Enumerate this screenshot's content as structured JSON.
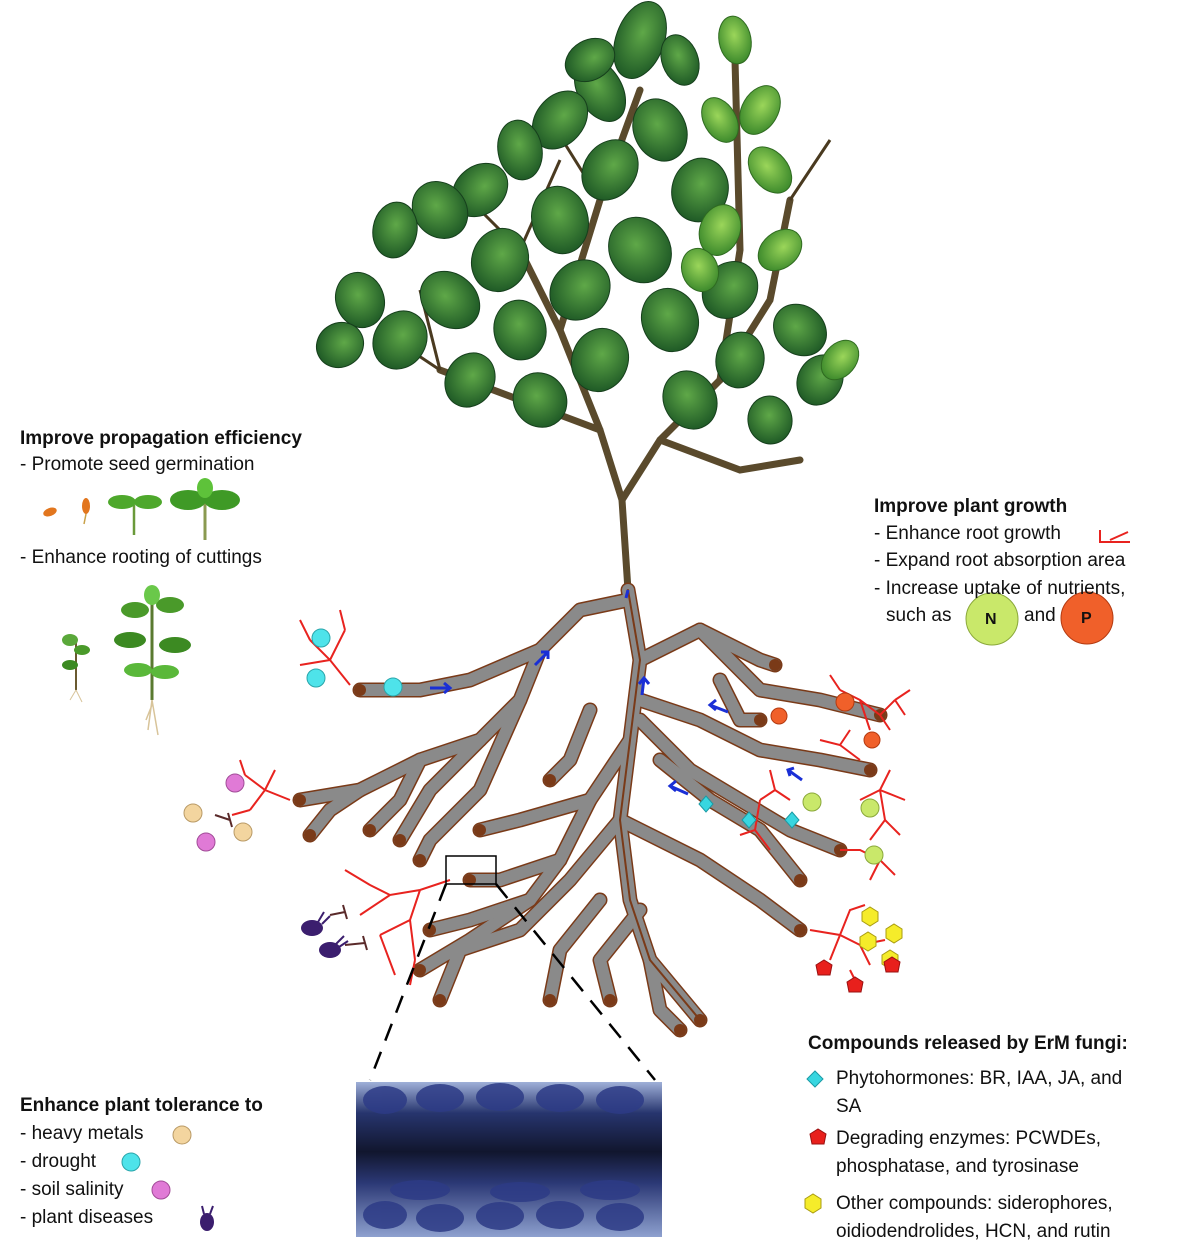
{
  "propagation": {
    "title": "Improve propagation efficiency",
    "item1": "- Promote seed germination",
    "item2": "- Enhance rooting of cuttings"
  },
  "growth": {
    "title": "Improve plant growth",
    "item1": "- Enhance root growth",
    "item2": "- Expand root absorption area",
    "item3": "- Increase uptake of nutrients,",
    "item3b": "such as",
    "item3c": "and",
    "nutrient_n": "N",
    "nutrient_p": "P"
  },
  "tolerance": {
    "title": "Enhance plant tolerance to",
    "item1": "- heavy metals",
    "item2": "- drought",
    "item3": "- soil salinity",
    "item4": "- plant diseases"
  },
  "compounds": {
    "title": "Compounds released by ErM fungi:",
    "phyto_line1": "Phytohormones: BR, IAA, JA, and",
    "phyto_line2": "SA",
    "enzymes_line1": "Degrading enzymes: PCWDEs,",
    "enzymes_line2": "phosphatase, and tyrosinase",
    "other_line1": "Other compounds: siderophores,",
    "other_line2": "oidiodendrolides, HCN, and rutin"
  },
  "colors": {
    "root_gray": "#8a8a8a",
    "root_outline": "#7a3a18",
    "hyphae_red": "#e8231f",
    "heavy_metals": "#f3d59f",
    "drought": "#4ee3ea",
    "salinity": "#e07ad6",
    "disease": "#3b1e6e",
    "nitrogen": "#c9e86a",
    "phosphorus": "#f0602a",
    "phytohormone": "#38d6e0",
    "enzyme": "#e8201c",
    "other": "#f5ec2a",
    "arrow": "#1a2fd6"
  }
}
